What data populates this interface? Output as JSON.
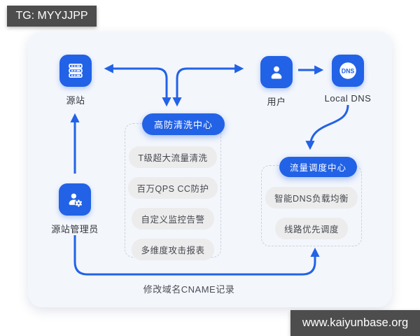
{
  "watermarks": {
    "top": "TG: MYYJJPP",
    "bottom": "www.kaiyunbase.org"
  },
  "colors": {
    "accent": "#2262e6",
    "banner": "#4d4d4d",
    "card_bg": "#f3f6fb",
    "item_pill_bg": "#ececec"
  },
  "nodes": {
    "origin": {
      "label": "源站"
    },
    "user": {
      "label": "用户"
    },
    "local_dns": {
      "label": "Local DNS",
      "icon_text": "DNS"
    },
    "admin": {
      "label": "源站管理员"
    }
  },
  "groups": [
    {
      "title": "高防清洗中心",
      "items": [
        "T级超大流量清洗",
        "百万QPS CC防护",
        "自定义监控告警",
        "多维度攻击报表"
      ]
    },
    {
      "title": "流量调度中心",
      "items": [
        "智能DNS负载均衡",
        "线路优先调度"
      ]
    }
  ],
  "annotations": {
    "cname": "修改域名CNAME记录"
  }
}
